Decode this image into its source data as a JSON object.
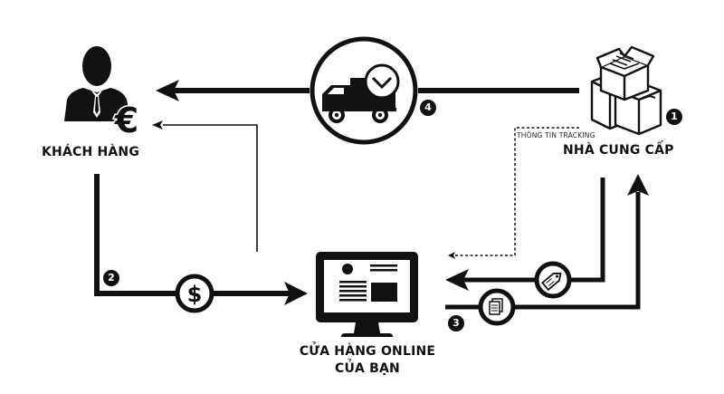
{
  "title": "Dropshipping flow",
  "nodes": {
    "customer": {
      "label": "KHÁCH HÀNG",
      "icon": "businessman-euro-icon"
    },
    "supplier": {
      "label": "NHÀ CUNG CẤP",
      "icon": "stacked-boxes-icon"
    },
    "store": {
      "label_line1": "CỬA HÀNG ONLINE",
      "label_line2": "CỦA BẠN",
      "icon": "desktop-monitor-icon"
    }
  },
  "annotations": {
    "tracking_info": "THÔNG TIN TRACKING"
  },
  "steps": [
    {
      "number": "1",
      "name": "supplier-step"
    },
    {
      "number": "2",
      "name": "payment-step"
    },
    {
      "number": "3",
      "name": "order-step"
    },
    {
      "number": "4",
      "name": "delivery-step"
    }
  ],
  "flow_icons": {
    "delivery": "delivery-truck-clock-icon",
    "payment": "dollar-coin-icon",
    "price_tag": "price-tag-icon",
    "documents": "documents-icon"
  },
  "colors": {
    "ink": "#111111",
    "background": "#ffffff"
  }
}
